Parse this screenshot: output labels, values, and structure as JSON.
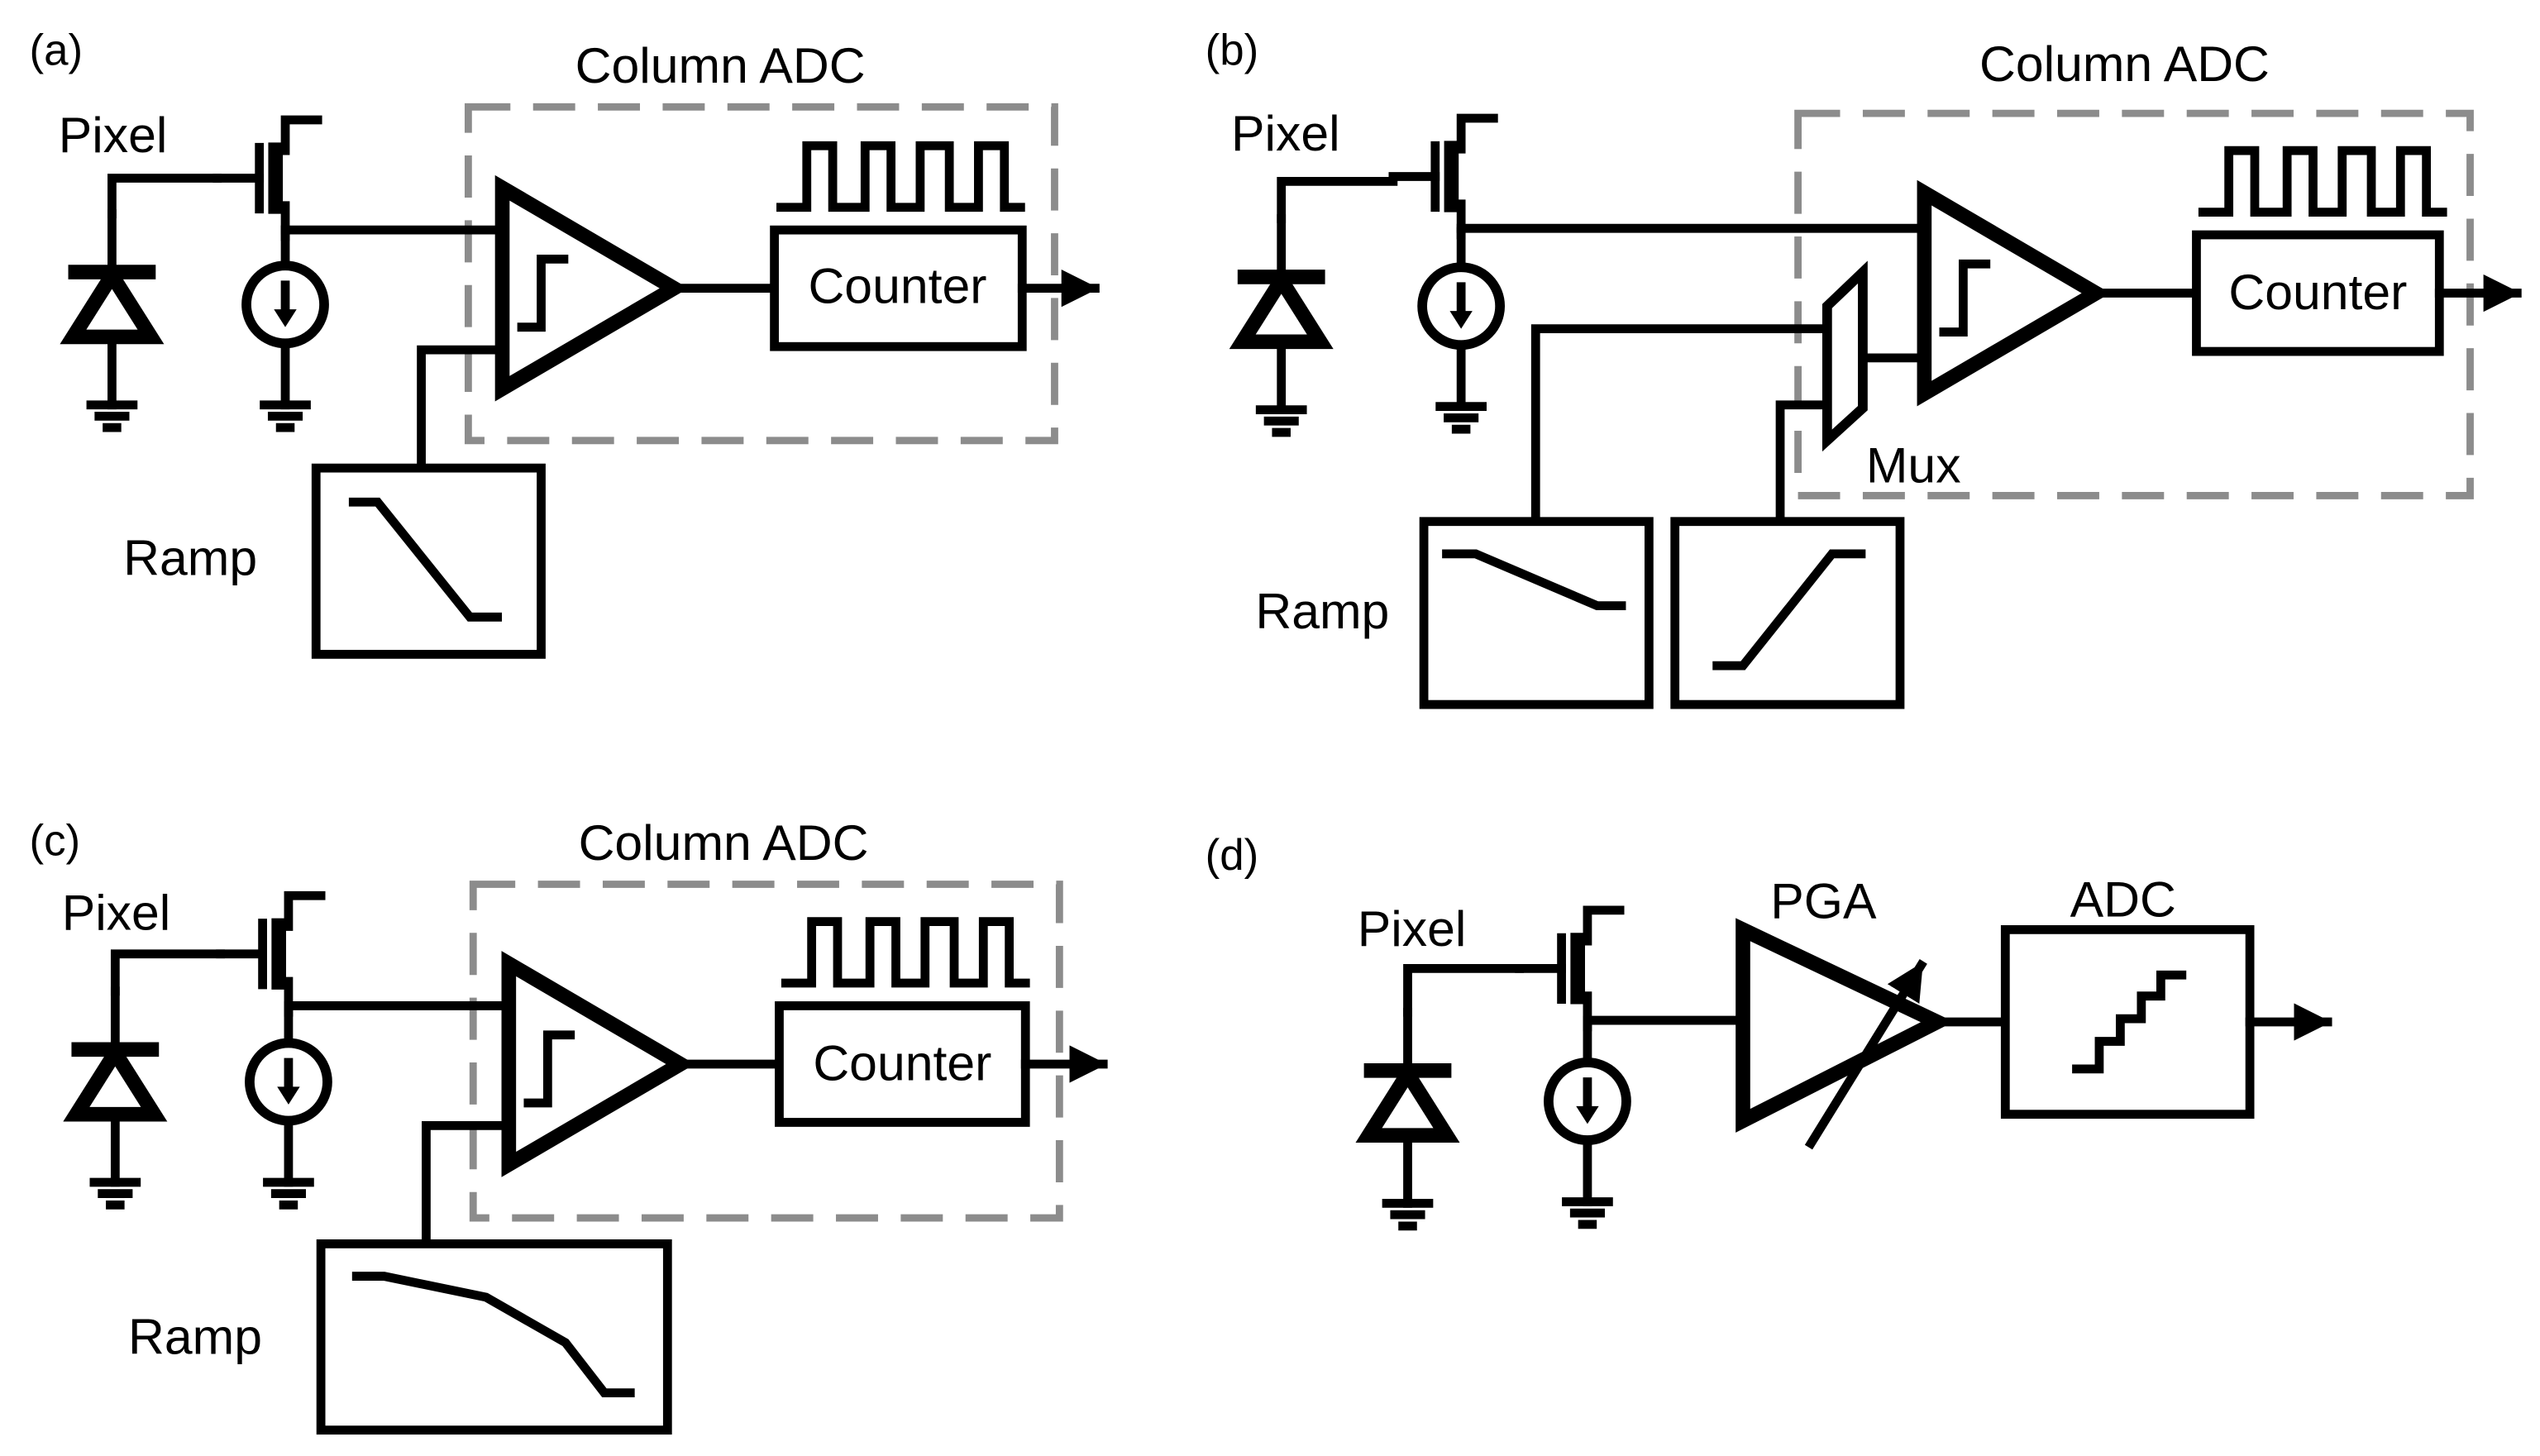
{
  "panels": {
    "a": {
      "label": "(a)",
      "pixel": "Pixel",
      "column_adc": "Column ADC",
      "counter": "Counter",
      "ramp": "Ramp"
    },
    "b": {
      "label": "(b)",
      "pixel": "Pixel",
      "column_adc": "Column ADC",
      "counter": "Counter",
      "ramp": "Ramp",
      "mux": "Mux"
    },
    "c": {
      "label": "(c)",
      "pixel": "Pixel",
      "column_adc": "Column ADC",
      "counter": "Counter",
      "ramp": "Ramp"
    },
    "d": {
      "label": "(d)",
      "pixel": "Pixel",
      "pga": "PGA",
      "adc": "ADC"
    }
  },
  "icons": {
    "photodiode": "photodiode-icon",
    "transistor": "source-follower-transistor-icon",
    "current_source": "current-source-icon",
    "ground": "ground-icon",
    "comparator": "comparator-icon",
    "clock": "clock-waveform-icon",
    "ramp_wave": "ramp-waveform-icon",
    "variable_gain": "variable-gain-arrow-icon",
    "staircase": "staircase-adc-icon"
  }
}
